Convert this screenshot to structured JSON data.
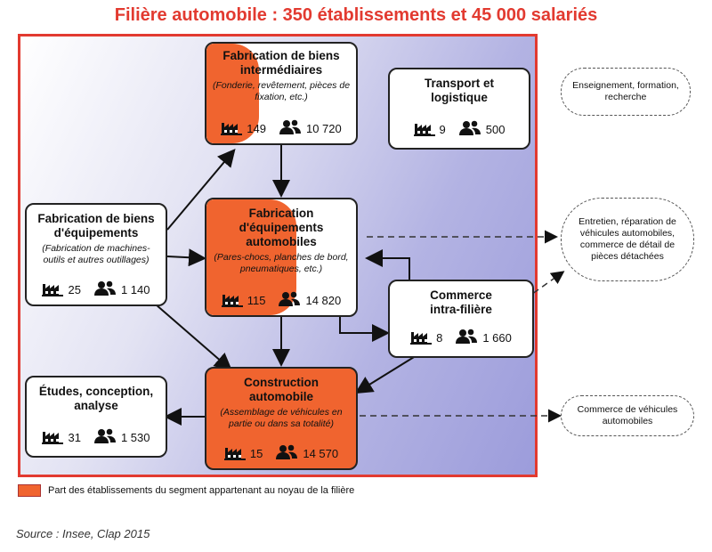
{
  "title": "Filière automobile : 350 établissements et 45 000 salariés",
  "colors": {
    "accent": "#e23a30",
    "core": "#f0642f",
    "background_gradient_end": "#9c9cdb"
  },
  "icons": {
    "establishments": "factory-icon",
    "employees": "people-icon"
  },
  "boxes": {
    "intermediaires": {
      "title": "Fabrication de biens intermédiaires",
      "subtitle": "(Fonderie, revêtement, pièces de fixation, etc.)",
      "establishments": "149",
      "employees": "10 720",
      "core_share": 0.35
    },
    "transport": {
      "title": "Transport et logistique",
      "subtitle": "",
      "establishments": "9",
      "employees": "500",
      "core_share": 0
    },
    "equipements": {
      "title": "Fabrication de biens d'équipements",
      "subtitle": "(Fabrication de machines-outils et autres outillages)",
      "establishments": "25",
      "employees": "1 140",
      "core_share": 0
    },
    "equip_auto": {
      "title": "Fabrication d'équipements automobiles",
      "subtitle": "(Pares-chocs, planches de bord, pneumatiques, etc.)",
      "establishments": "115",
      "employees": "14 820",
      "core_share": 0.6
    },
    "commerce": {
      "title": "Commerce intra-filière",
      "subtitle": "",
      "establishments": "8",
      "employees": "1 660",
      "core_share": 0
    },
    "construction": {
      "title": "Construction automobile",
      "subtitle": "(Assemblage de véhicules en partie ou dans sa totalité)",
      "establishments": "15",
      "employees": "14 570",
      "core_share": 1
    },
    "etudes": {
      "title": "Études, conception, analyse",
      "subtitle": "",
      "establishments": "31",
      "employees": "1 530",
      "core_share": 0
    }
  },
  "external": {
    "enseignement": "Enseignement, formation, recherche",
    "entretien": "Entretien, réparation de véhicules automobiles, commerce de détail de pièces détachées",
    "commerce_vehicules": "Commerce de véhicules automobiles"
  },
  "legend": "Part des établissements du segment appartenant au noyau de la filière",
  "source": "Source : Insee, Clap 2015"
}
